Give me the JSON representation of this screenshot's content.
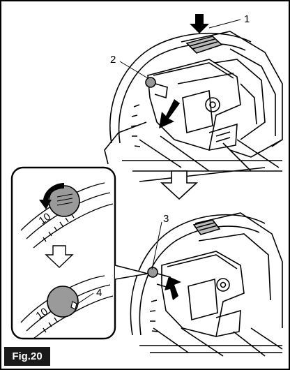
{
  "figure": {
    "label": "Fig.20",
    "callouts": [
      "1",
      "2",
      "3",
      "4"
    ],
    "scale_mark": "10"
  },
  "colors": {
    "line": "#000000",
    "knob_fill": "#9a9a9a",
    "tag_bg": "#1a1a1a",
    "tag_text": "#ffffff"
  },
  "icons": [
    "press-down-arrow",
    "tilt-arrow",
    "flow-down-arrow",
    "rotate-arrow",
    "tighten-arrow"
  ]
}
